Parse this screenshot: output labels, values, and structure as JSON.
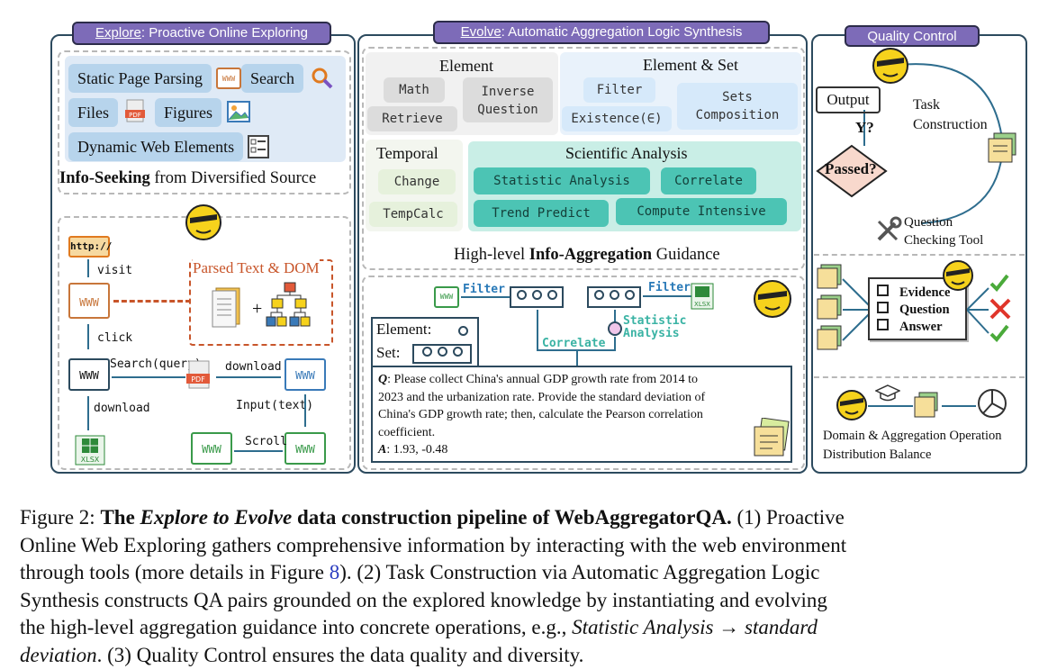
{
  "explore": {
    "tag_prefix": "Explore",
    "tag_suffix": ": Proactive Online Exploring",
    "chips": {
      "static_page": "Static Page Parsing",
      "search": "Search",
      "files": "Files",
      "figures": "Figures",
      "dynamic": "Dynamic Web Elements"
    },
    "info_seeking_bold": "Info-Seeking",
    "info_seeking_rest": " from Diversified Source",
    "flow": {
      "http": "http://",
      "visit": "visit",
      "click": "click",
      "download_left": "download",
      "search_query": "Search(query)",
      "download_mid": "download",
      "input_text": "Input(text)",
      "scroll": "Scroll",
      "parsed": "Parsed Text & DOM",
      "www": "WWW",
      "pdf": "PDF",
      "xlsx": "XLSX"
    }
  },
  "evolve": {
    "tag_prefix": "Evolve",
    "tag_suffix": ": Automatic Aggregation Logic Synthesis",
    "element_header": "Element",
    "element_set_header": "Element & Set",
    "temporal_header": "Temporal",
    "scientific_header": "Scientific Analysis",
    "ops": {
      "math": "Math",
      "inverse_question": "Inverse\nQuestion",
      "retrieve": "Retrieve",
      "filter": "Filter",
      "sets_composition": "Sets\nComposition",
      "existence": "Existence(∈)",
      "change": "Change",
      "tempcalc": "TempCalc",
      "statistic_analysis": "Statistic Analysis",
      "correlate": "Correlate",
      "trend_predict": "Trend Predict",
      "compute_intensive": "Compute Intensive"
    },
    "guidance_pre": "High-level ",
    "guidance_bold": "Info-Aggregation",
    "guidance_post": " Guidance",
    "diagram": {
      "filter_a": "Filter",
      "filter_b": "Filter",
      "statistic": "Statistic\nAnalysis",
      "correlate": "Correlate",
      "legend_element": "Element:",
      "legend_set": "Set:",
      "xlsx": "XLSX"
    },
    "qa": {
      "q_label": "Q",
      "q_text_1": ":  Please collect China's annual GDP growth rate from 2014 to",
      "q_text_2": "2023 and the urbanization rate. Provide the standard deviation of",
      "q_text_3": "China's GDP growth rate; then, calculate the Pearson correlation",
      "q_text_4": "coefficient.",
      "a_label": "A",
      "a_text": ": 1.93, -0.48"
    }
  },
  "quality": {
    "tag": "Quality Control",
    "output": "Output",
    "y": "Y?",
    "passed": "Passed?",
    "task_construction_1": "Task",
    "task_construction_2": "Construction",
    "question_checking_1": "Question",
    "question_checking_2": "Checking Tool",
    "evidence": "Evidence",
    "question": "Question",
    "answer": "Answer",
    "balance_1": "Domain & Aggregation Operation",
    "balance_2": "Distribution Balance"
  },
  "caption": {
    "fig_label": "Figure 2: ",
    "bold_1": "The ",
    "bold_italic": "Explore to Evolve",
    "bold_2": " data construction pipeline of WebAggregatorQA.",
    "rest_1": " (1) Proactive",
    "line_2": "Online Web Exploring gathers comprehensive information by interacting with the web environment",
    "line_3_a": "through tools (more details in Figure ",
    "line_3_ref": "8",
    "line_3_b": "). (2) Task Construction via Automatic Aggregation Logic",
    "line_4": "Synthesis constructs QA pairs grounded on the explored knowledge by instantiating and evolving",
    "line_5_a": "the high-level aggregation guidance into concrete operations, e.g., ",
    "line_5_it1": "Statistic Analysis",
    "line_5_arrow": " → ",
    "line_5_it2": "standard",
    "line_6_it": "deviation",
    "line_6_b": ". (3) Quality Control ensures the data quality and diversity."
  }
}
